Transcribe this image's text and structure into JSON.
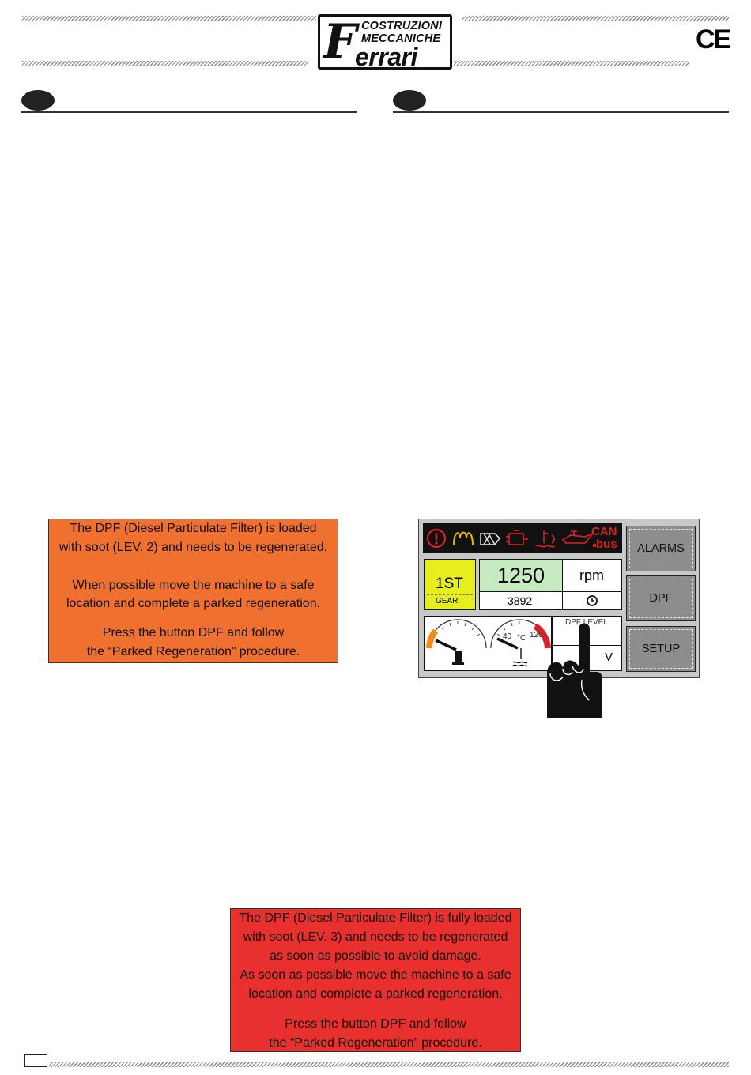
{
  "header": {
    "logo_line1": "COSTRUZIONI",
    "logo_line2": "MECCANICHE",
    "logo_initial": "F",
    "logo_word": "errari",
    "ce_mark": "CE"
  },
  "notice_lev2": {
    "color": "#f07030",
    "para1": "The DPF (Diesel Particulate Filter) is loaded\nwith soot (LEV. 2) and needs to be regenerated.",
    "para2": "When possible move the machine to a safe\nlocation and complete a parked regeneration.",
    "para3": "Press the button DPF and follow\nthe “Parked Regeneration” procedure."
  },
  "notice_lev3": {
    "color": "#e8302e",
    "para1": "The DPF (Diesel Particulate Filter) is fully loaded\nwith soot (LEV. 3) and needs to be regenerated\nas soon as possible to avoid damage.\nAs soon as possible move the machine to a safe\nlocation and complete a parked regeneration.",
    "para2": "Press the button DPF and follow\nthe “Parked Regeneration” procedure."
  },
  "display": {
    "can_line1": "CAN",
    "can_line2": "bus",
    "gear_value": "1ST",
    "gear_label": "GEAR",
    "rpm_value": "1250",
    "rpm_unit": "rpm",
    "hours_value": "3892",
    "temp_tick_low": "40",
    "temp_tick_high": "120",
    "temp_unit": "°C",
    "dpf_level_label": "DPF LEVEL",
    "volt_unit": "V",
    "buttons": {
      "alarms": "ALARMS",
      "dpf": "DPF",
      "setup": "SETUP"
    },
    "colors": {
      "warning_red": "#e02020",
      "glow_yellow": "#e8b800",
      "gear_bg": "#e6ee1e",
      "rpm_bg": "#c6ebc0",
      "fuel_orange": "#f08a20"
    }
  }
}
